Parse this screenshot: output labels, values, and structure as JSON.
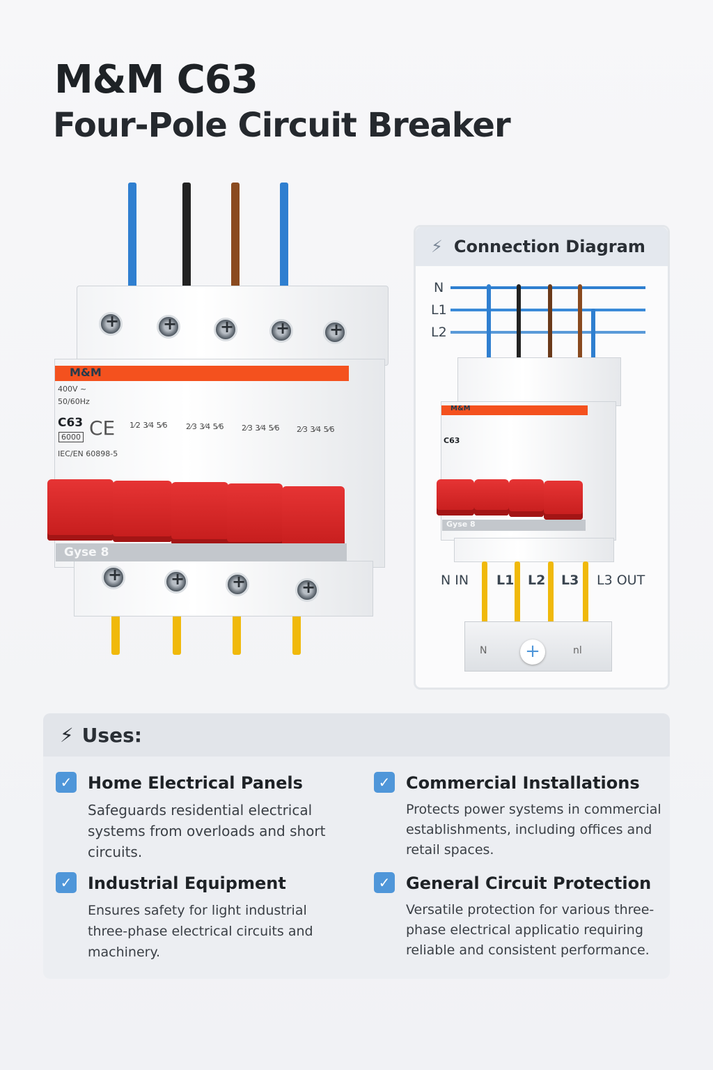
{
  "header": {
    "title": "M&M C63",
    "subtitle": "Four-Pole Circuit Breaker"
  },
  "breaker": {
    "brand": "M&M",
    "voltage": "400V ~",
    "frequency": "50/60Hz",
    "model": "C63",
    "rating": "6000",
    "standard": "IEC/EN 60898-5",
    "series": "Gyse 8",
    "mark": "CE",
    "pole_labels": [
      "1⁄2 3⁄4 5⁄6",
      "2⁄3 3⁄4 5⁄6",
      "2⁄3 3⁄4 5⁄6",
      "2⁄3 3⁄4 5⁄6"
    ]
  },
  "diagram": {
    "title": "Connection Diagram",
    "icon": "lightning-icon",
    "inputs": [
      "N",
      "L1",
      "L2"
    ],
    "outputs": [
      "N IN",
      "L1",
      "L2",
      "L3",
      "L3 OUT"
    ],
    "terminal": {
      "left": "N",
      "right": "nl",
      "center": "+"
    },
    "brand": "M&M",
    "model": "C63",
    "series": "Gyse 8"
  },
  "uses": {
    "title": "Uses:",
    "icon": "lightning-icon",
    "items": [
      {
        "title": "Home Electrical Panels",
        "desc": "Safeguards residential electrical systems from overloads and short circuits."
      },
      {
        "title": "Commercial Installations",
        "desc": "Protects power systems in commercial establishments, including offices and retail spaces."
      },
      {
        "title": "Industrial Equipment",
        "desc": "Ensures safety for light industrial three-phase electrical circuits and machinery."
      },
      {
        "title": "General Circuit Protection",
        "desc": "Versatile protection for various three-phase electrical applicatio requiring reliable and consistent performance."
      }
    ]
  },
  "colors": {
    "accent": "#f4511e",
    "switch": "#d62828",
    "check": "#4f96d9",
    "wire_blue": "#2f7fd0",
    "wire_brown": "#8a4a1f",
    "wire_yellow": "#f0b90b"
  }
}
